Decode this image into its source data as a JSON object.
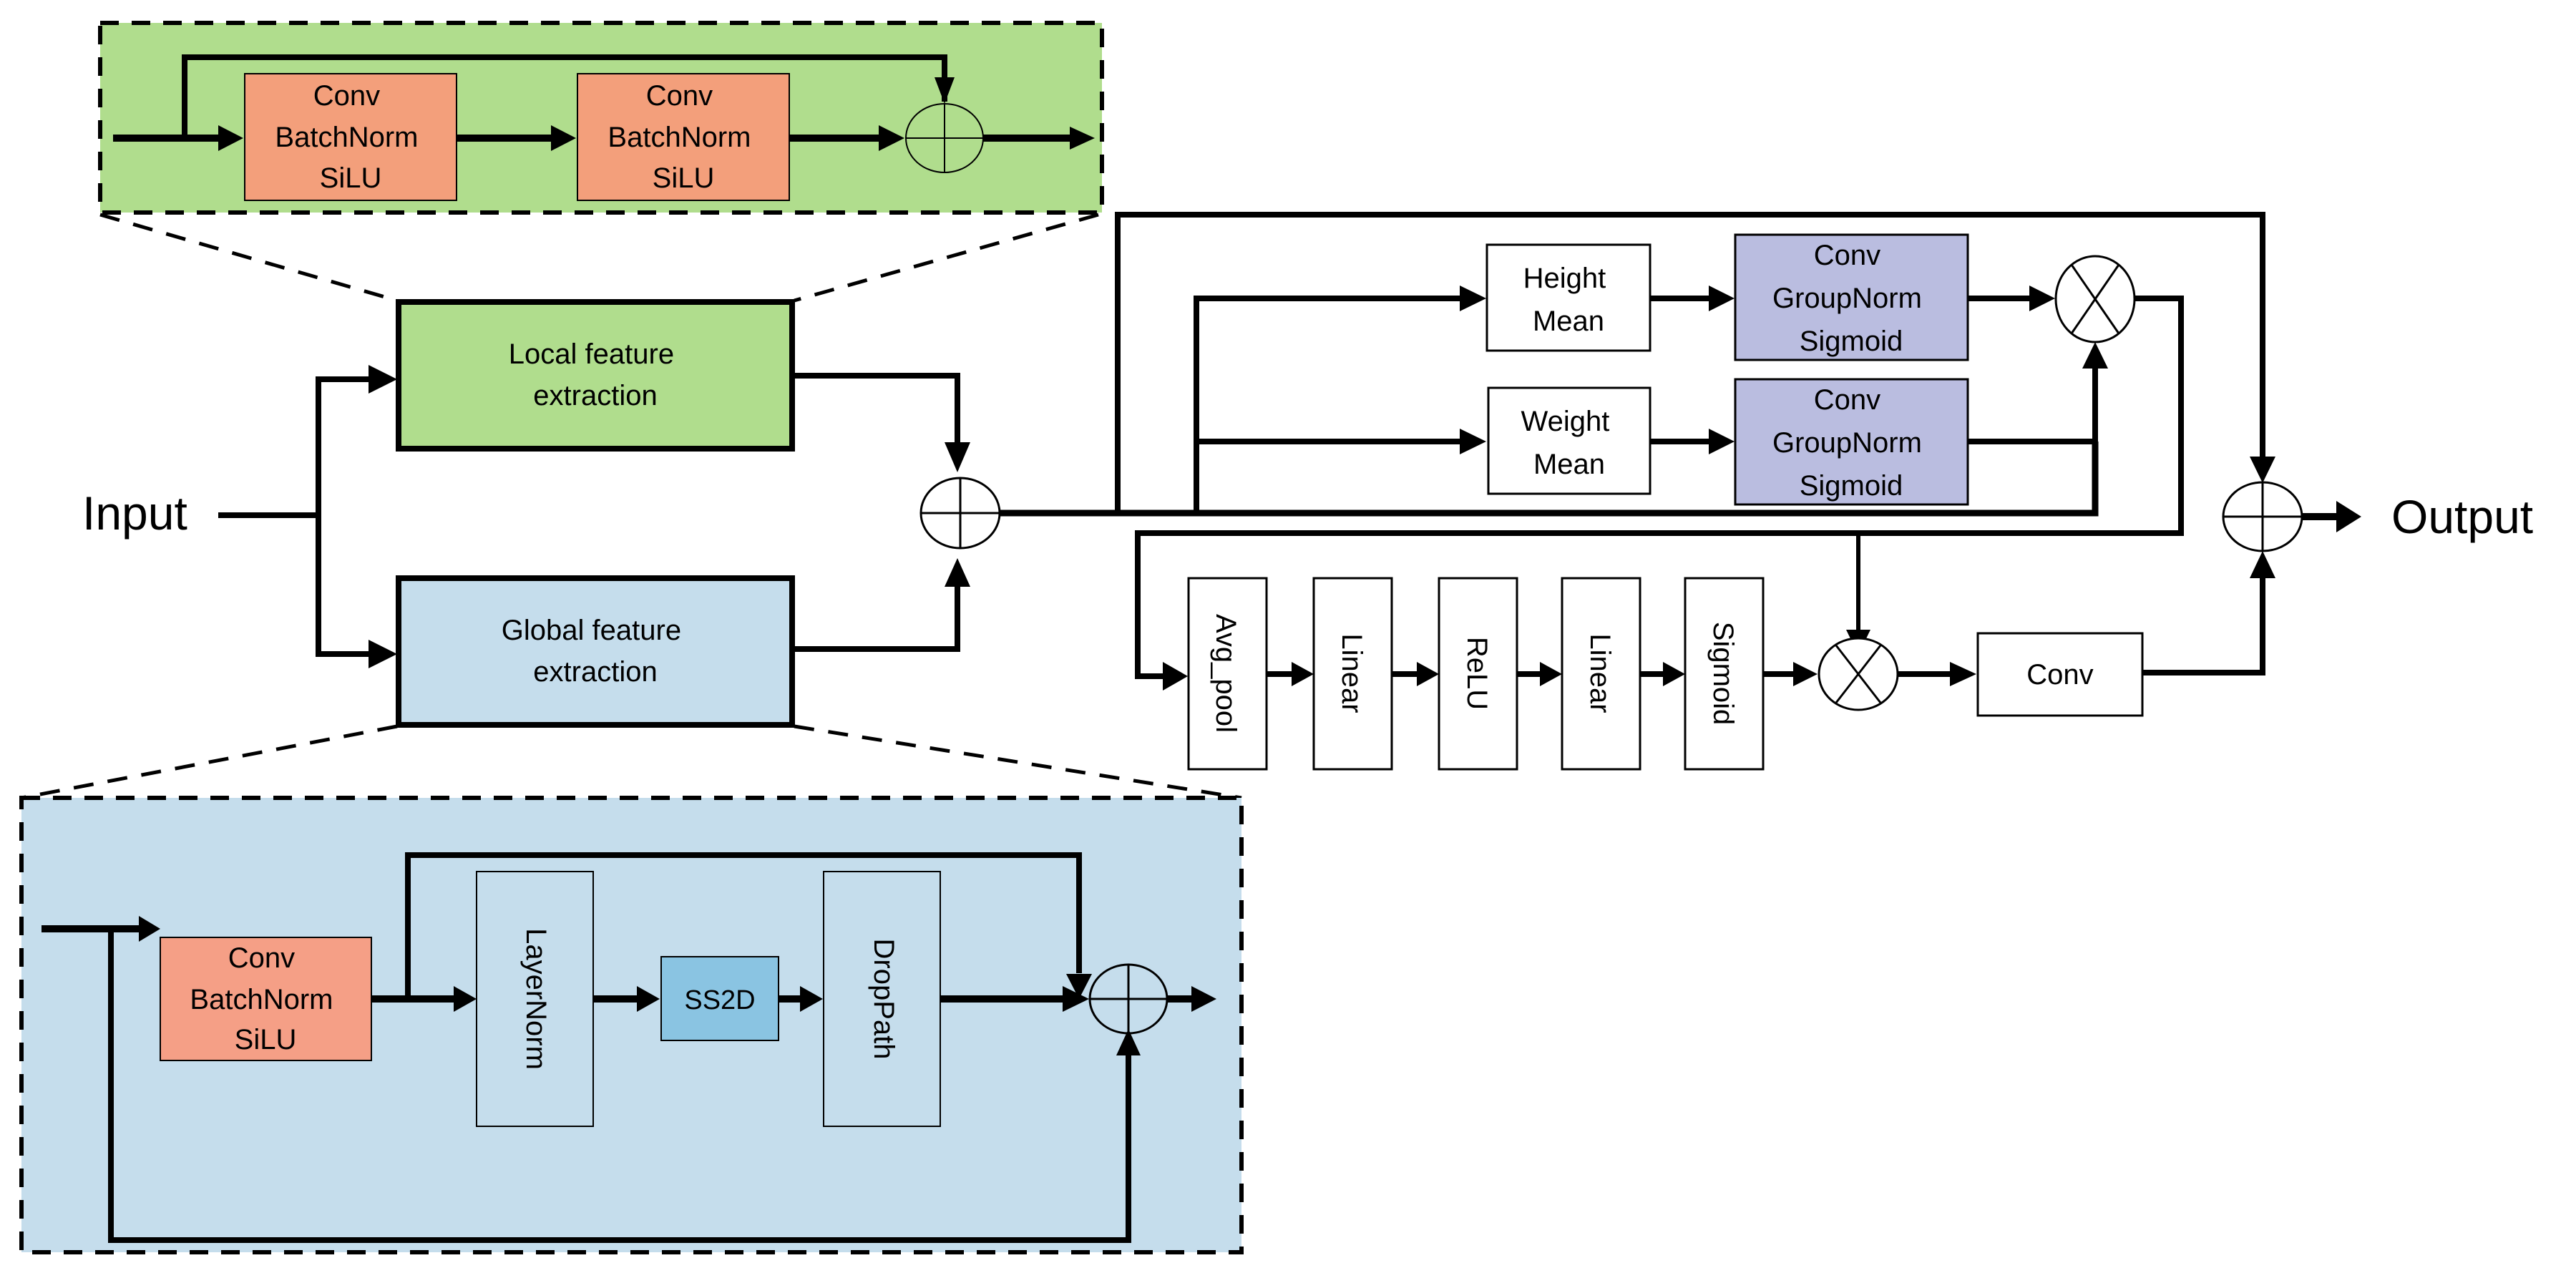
{
  "colors": {
    "local_fill": "#b0dd8d",
    "global_fill": "#c5ddec",
    "conv_block_fill": "#f3a185",
    "groupnorm_fill": "#babde0",
    "ss2d_fill": "#8ac4e2",
    "plain_fill": "#ffffff",
    "line": "#000000"
  },
  "io": {
    "input": "Input",
    "output": "Output"
  },
  "main": {
    "local_block": [
      "Local feature",
      "extraction"
    ],
    "global_block": [
      "Global feature",
      "extraction"
    ]
  },
  "local_detail": {
    "block1": [
      "Conv",
      "BatchNorm",
      "SiLU"
    ],
    "block2": [
      "Conv",
      "BatchNorm",
      "SiLU"
    ]
  },
  "global_detail": {
    "conv_block": [
      "Conv",
      "BatchNorm",
      "SiLU"
    ],
    "layernorm": "LayerNorm",
    "ss2d": "SS2D",
    "droppath": "DropPath"
  },
  "attention": {
    "height_mean": [
      "Height",
      "Mean"
    ],
    "weight_mean": [
      "Weight",
      "Mean"
    ],
    "gn_block_1": [
      "Conv",
      "GroupNorm",
      "Sigmoid"
    ],
    "gn_block_2": [
      "Conv",
      "GroupNorm",
      "Sigmoid"
    ]
  },
  "channel": {
    "avg_pool": "Avg_pool",
    "linear1": "Linear",
    "relu": "ReLU",
    "linear2": "Linear",
    "sigmoid": "Sigmoid",
    "conv": "Conv"
  },
  "operators": {
    "add": "add-circle",
    "multiply": "multiply-circle"
  }
}
